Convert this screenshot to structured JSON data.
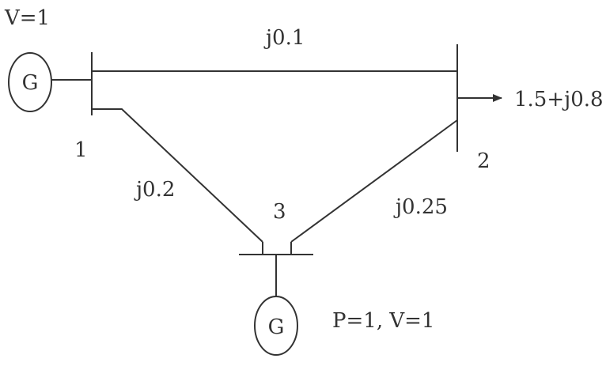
{
  "diagram": {
    "gen1": {
      "voltage_label": "V=1",
      "symbol": "G"
    },
    "gen3": {
      "spec_label": "P=1, V=1",
      "symbol": "G"
    },
    "buses": {
      "bus1": "1",
      "bus2": "2",
      "bus3": "3"
    },
    "lines": {
      "line_1_2": "j0.1",
      "line_1_3": "j0.2",
      "line_2_3": "j0.25"
    },
    "load": {
      "label": "1.5+j0.8"
    }
  }
}
